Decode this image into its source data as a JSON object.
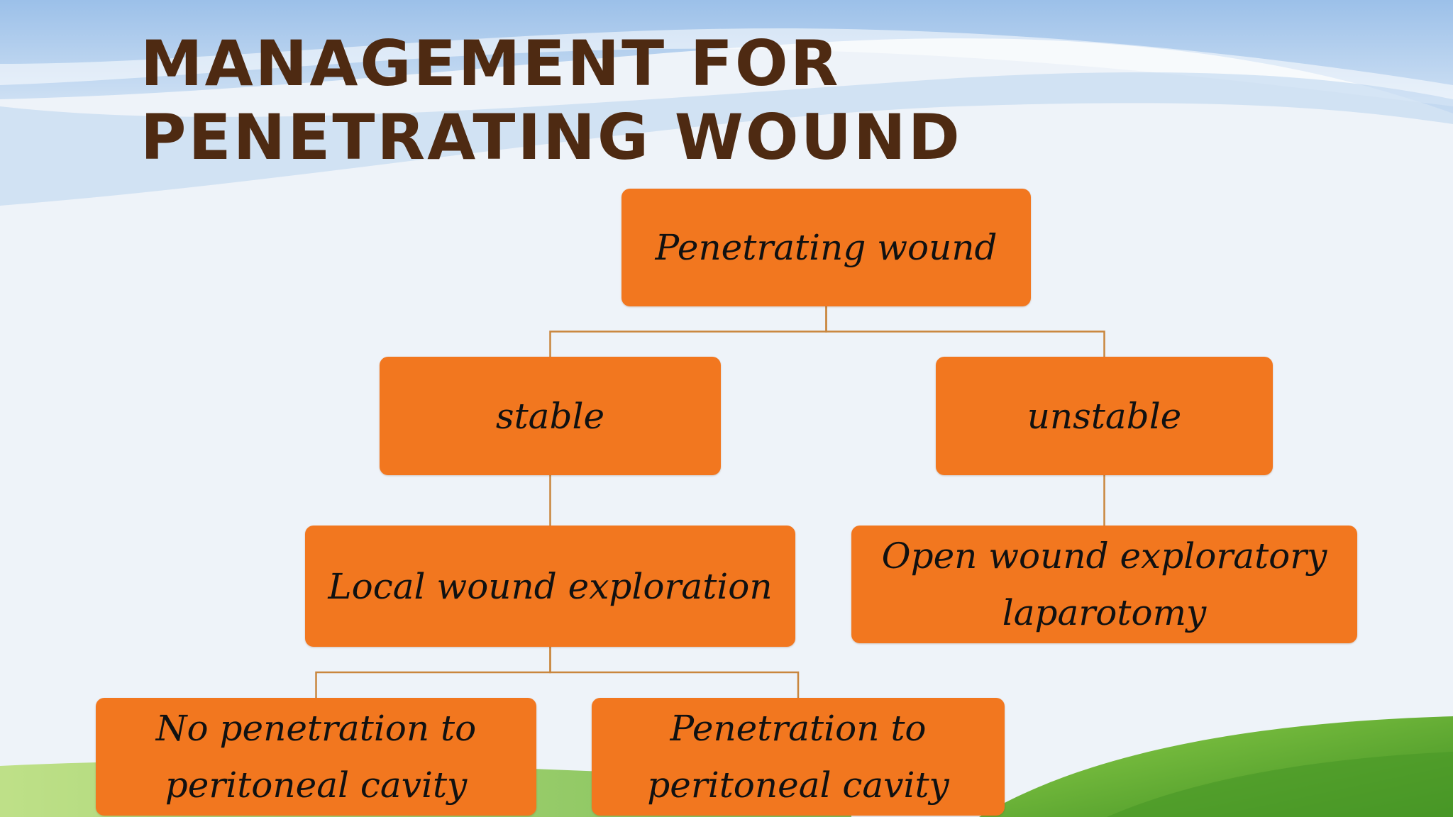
{
  "slide": {
    "title_lines": [
      "MANAGEMENT FOR",
      "PENETRATING WOUND"
    ]
  },
  "diagram": {
    "nodes": {
      "root": {
        "lines": [
          "Penetrating wound"
        ]
      },
      "stable": {
        "lines": [
          "stable"
        ]
      },
      "unstable": {
        "lines": [
          "unstable"
        ]
      },
      "local_exploration": {
        "lines": [
          "Local wound exploration"
        ]
      },
      "open_laparotomy": {
        "lines": [
          "Open wound exploratory",
          "laparotomy"
        ]
      },
      "no_penetration": {
        "lines": [
          "No penetration to",
          "peritoneal cavity"
        ]
      },
      "penetration": {
        "lines": [
          "Penetration to",
          "peritoneal cavity"
        ]
      }
    },
    "edges": [
      {
        "from": "root",
        "to": "stable"
      },
      {
        "from": "root",
        "to": "unstable"
      },
      {
        "from": "stable",
        "to": "local_exploration"
      },
      {
        "from": "unstable",
        "to": "open_laparotomy"
      },
      {
        "from": "local_exploration",
        "to": "no_penetration"
      },
      {
        "from": "local_exploration",
        "to": "penetration"
      }
    ]
  },
  "colors": {
    "node_fill": "#f2771f",
    "connector": "#c9863e",
    "title": "#4e2a12",
    "sky_blue": "#9fc3e8",
    "grass_green": "#5ea52c"
  }
}
